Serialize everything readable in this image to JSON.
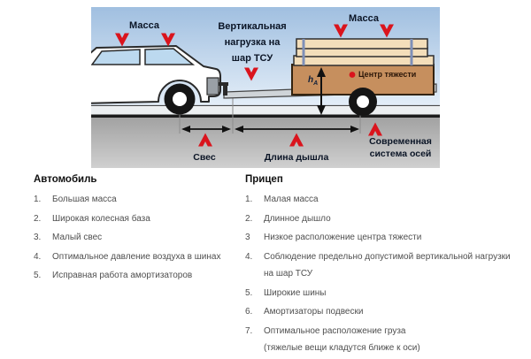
{
  "diagram": {
    "labels": {
      "mass_left": "Масса",
      "mass_right": "Масса",
      "vertical_load": "Вертикальная\nнагрузка на\nшар ТСУ",
      "center_of_gravity": "Центр тяжести",
      "height_symbol": "h",
      "height_subscript": "A",
      "overhang": "Свес",
      "drawbar_length": "Длина дышла",
      "axle_system": "Современная\nсистема осей"
    },
    "colors": {
      "arrow_red": "#da141d",
      "trailer_body": "#c68f5e",
      "cargo_plank": "#f3deba",
      "sky_top": "#a0bfe0",
      "sky_bottom": "#e4eef8",
      "window_blue": "#bcd9ef",
      "road_top": "#a2a2a2",
      "road_bottom": "#d0d0d0"
    }
  },
  "lists": {
    "car": {
      "title": "Автомобиль",
      "items": [
        {
          "num": "1.",
          "text": "Большая масса"
        },
        {
          "num": "2.",
          "text": "Широкая колесная база"
        },
        {
          "num": "3.",
          "text": "Малый свес"
        },
        {
          "num": "4.",
          "text": "Оптимальное давление воздуха в шинах"
        },
        {
          "num": "5.",
          "text": "Исправная работа амортизаторов"
        }
      ]
    },
    "trailer": {
      "title": "Прицеп",
      "items": [
        {
          "num": "1.",
          "text": "Малая масса"
        },
        {
          "num": "2.",
          "text": "Длинное дышло"
        },
        {
          "num": "3",
          "text": "Низкое расположение центра тяжести"
        },
        {
          "num": "4.",
          "text": "Соблюдение предельно допустимой вертикальной нагрузки\nна шар ТСУ"
        },
        {
          "num": "5.",
          "text": "Широкие шины"
        },
        {
          "num": "6.",
          "text": "Амортизаторы подвески"
        },
        {
          "num": "7.",
          "text": "Оптимальное расположение груза\n(тяжелые вещи кладутся ближе к оси)"
        }
      ]
    }
  }
}
